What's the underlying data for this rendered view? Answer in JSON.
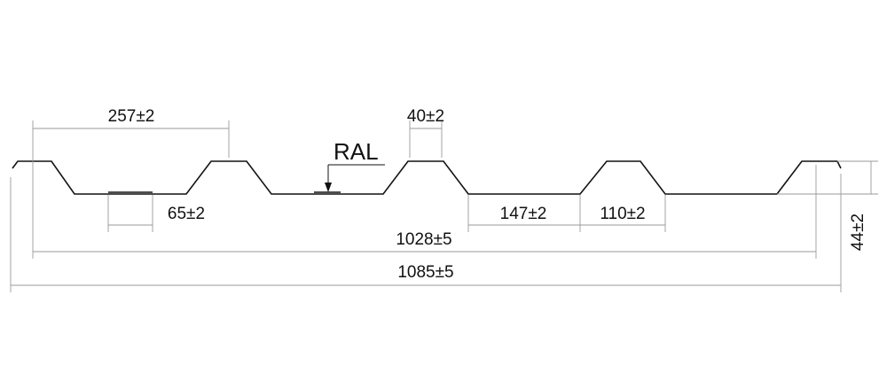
{
  "drawing": {
    "material_label": "RAL",
    "dimensions": {
      "rib_pitch": "257±2",
      "rib_top_width": "40±2",
      "valley_stiffener": "65±2",
      "valley_flat": "147±2",
      "rib_bottom": "110±2",
      "effective_width": "1028±5",
      "total_width": "1085±5",
      "profile_height": "44±2"
    }
  },
  "colors": {
    "profile_line": "#111111",
    "dimension_line": "#9a9a9a",
    "background": "#ffffff"
  }
}
